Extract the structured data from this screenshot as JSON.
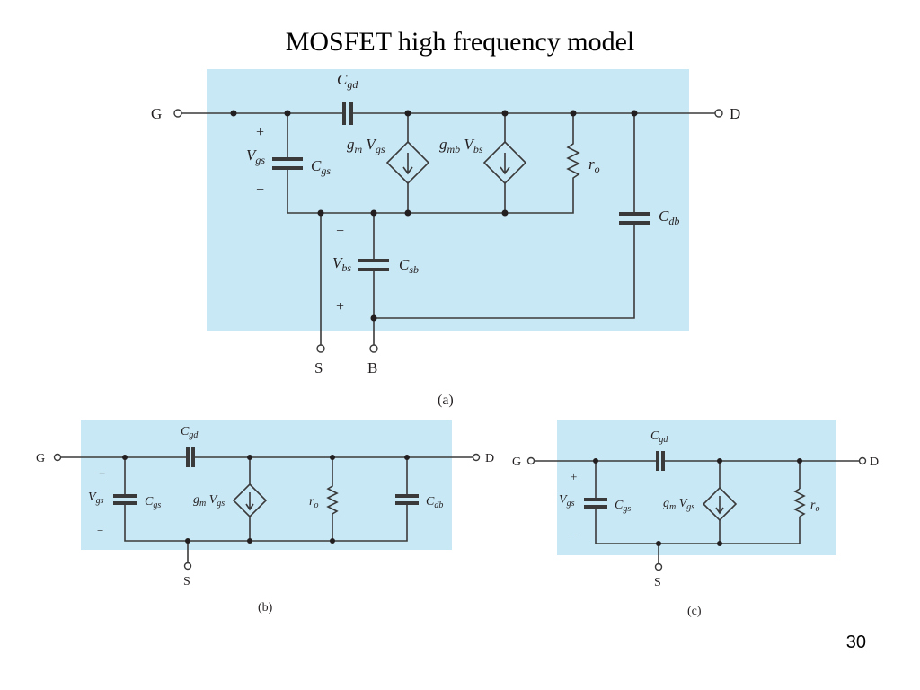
{
  "slide": {
    "title": "MOSFET high frequency model",
    "page_number": "30",
    "background_color": "#c9e8f5"
  },
  "terminals": {
    "gate": "G",
    "drain": "D",
    "source": "S",
    "body": "B"
  },
  "signs": {
    "plus": "+",
    "minus": "−"
  },
  "components": {
    "cgd": {
      "sym": "C",
      "sub": "gd"
    },
    "cgs": {
      "sym": "C",
      "sub": "gs"
    },
    "cdb": {
      "sym": "C",
      "sub": "db"
    },
    "csb": {
      "sym": "C",
      "sub": "sb"
    },
    "ro": {
      "sym": "r",
      "sub": "o"
    },
    "vgs": {
      "sym": "V",
      "sub": "gs"
    },
    "vbs": {
      "sym": "V",
      "sub": "bs"
    },
    "gm": {
      "sym": "g",
      "sub": "m"
    },
    "gmb": {
      "sym": "g",
      "sub": "mb"
    }
  },
  "circuits": [
    {
      "id": "a",
      "caption": "(a)"
    },
    {
      "id": "b",
      "caption": "(b)"
    },
    {
      "id": "c",
      "caption": "(c)"
    }
  ]
}
